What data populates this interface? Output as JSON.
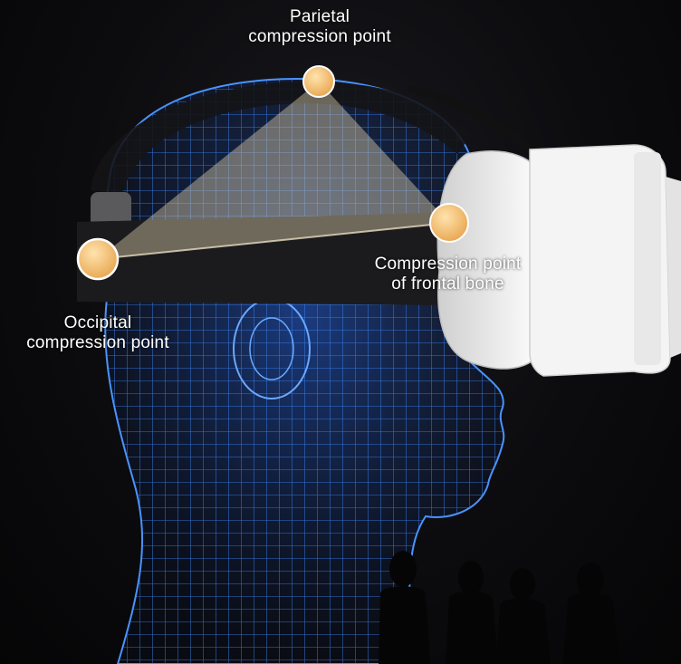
{
  "labels": {
    "parietal": {
      "line1": "Parietal",
      "line2": "compression point"
    },
    "frontal": {
      "line1": "Compression point",
      "line2": "of frontal bone"
    },
    "occipital": {
      "line1": "Occipital",
      "line2": "compression point"
    }
  },
  "colors": {
    "wireframe": "#3d8bff",
    "wireframe_glow": "#1e5bd6",
    "point": "#f2c27a",
    "point_ring": "#ffffff",
    "strap": "#1b1b1d",
    "headset": "#f4f4f4",
    "triangle_fill": "#d8c9a8"
  },
  "icons": [
    "vr-headset",
    "wireframe-head",
    "people-silhouettes"
  ]
}
